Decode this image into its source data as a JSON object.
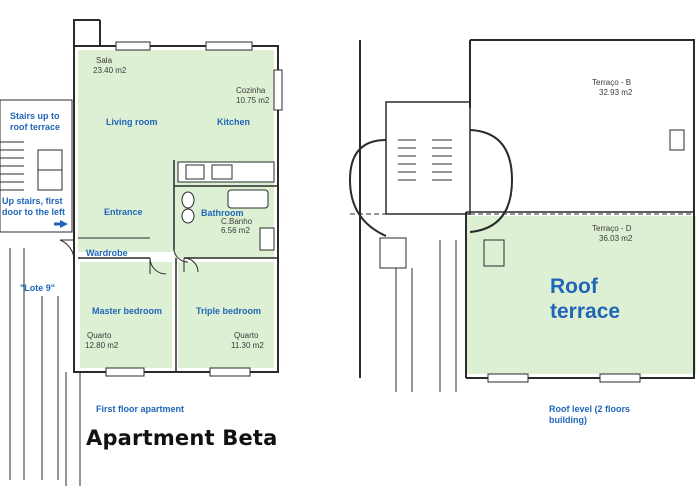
{
  "title": "Apartment Beta",
  "colors": {
    "room_fill": "#ddf0d4",
    "wall": "#2b2b2b",
    "label_blue": "#1f66b8"
  },
  "rooms": {
    "sala": {
      "name": "Sala",
      "area": "23.40 m2"
    },
    "cozinha": {
      "name": "Cozinha",
      "area": "10.75 m2"
    },
    "banho": {
      "name": "C.Banho",
      "area": "6.56 m2"
    },
    "quarto_master": {
      "name": "Quarto",
      "area": "12.80 m2"
    },
    "quarto_triple": {
      "name": "Quarto",
      "area": "11.30 m2"
    },
    "terraco_b": {
      "name": "Terraço - B",
      "area": "32.93 m2"
    },
    "terraco_d": {
      "name": "Terraço - D",
      "area": "36.03 m2"
    }
  },
  "labels": {
    "living_room": "Living room",
    "kitchen": "Kitchen",
    "entrance": "Entrance",
    "bathroom": "Bathroom",
    "wardrobe": "Wardrobe",
    "master_bedroom": "Master bedroom",
    "triple_bedroom": "Triple bedroom",
    "stairs_up": "Stairs up to roof terrace",
    "up_stairs": "Up stairs, first door to the left",
    "lote": "\"Lote 9\"",
    "first_floor": "First floor apartment",
    "roof_level": "Roof level (2 floors building)",
    "roof_terrace": "Roof terrace"
  }
}
